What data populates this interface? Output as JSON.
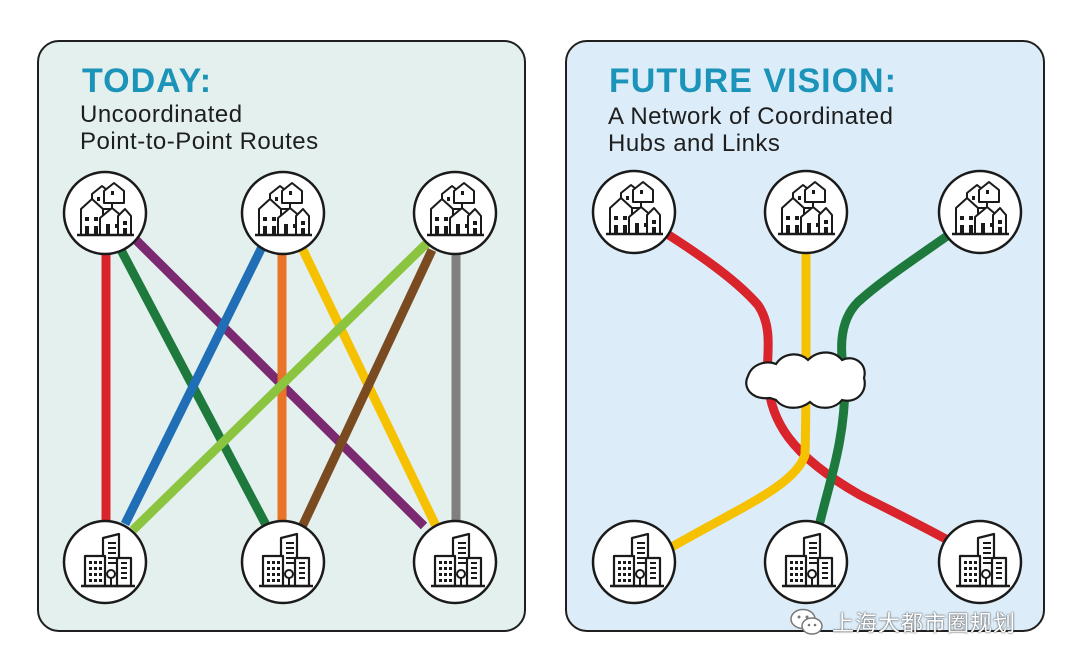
{
  "today": {
    "heading": "TODAY:",
    "subtitle_line1": "Uncoordinated",
    "subtitle_line2": "Point-to-Point Routes"
  },
  "future": {
    "heading": "FUTURE VISION:",
    "subtitle_line1": "A Network of Coordinated",
    "subtitle_line2": "Hubs and Links"
  },
  "colors": {
    "red": "#d8242a",
    "green": "#1e7a3c",
    "purple": "#7b2a72",
    "blue": "#1f6eb6",
    "orange": "#e8742a",
    "yellow": "#f5c100",
    "lightgreen": "#8bc43f",
    "brown": "#7a4a20",
    "gray": "#7f7f7f",
    "heading": "#1c93b8"
  },
  "icons": {
    "neighborhood": "houses-icon",
    "downtown": "office-buildings-icon",
    "hub": "cloud-hub-icon"
  },
  "watermark": {
    "text": "上海大都市圈规划",
    "icon": "wechat-icon"
  }
}
